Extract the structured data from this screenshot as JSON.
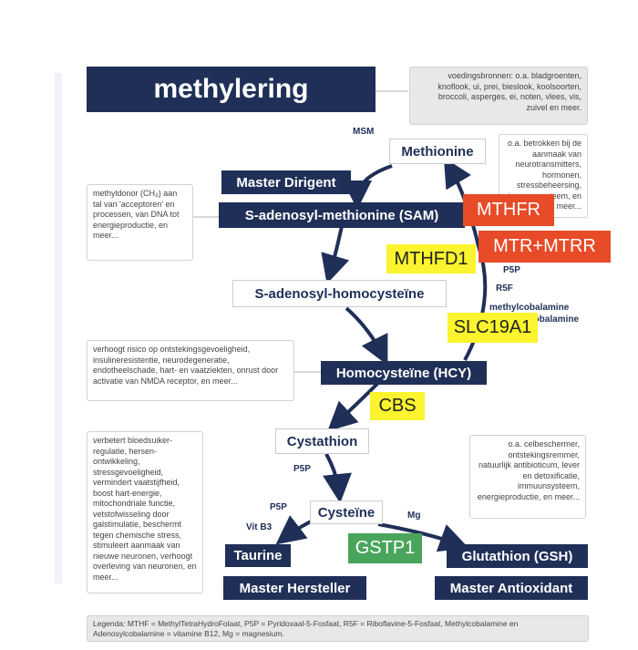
{
  "title": "methylering",
  "nodes": {
    "methionine": "Methionine",
    "master_dirigent": "Master Dirigent",
    "sam": "S-adenosyl-methionine (SAM)",
    "sah": "S-adenosyl-homocysteïne",
    "hcy": "Homocysteïne (HCY)",
    "cystathion": "Cystathion",
    "cysteine": "Cysteïne",
    "taurine": "Taurine",
    "glutathion": "Glutathion (GSH)",
    "master_hersteller": "Master Hersteller",
    "master_antioxidant": "Master Antioxidant"
  },
  "cofactors": {
    "msm": "MSM",
    "p5p_1": "P5P",
    "r5f": "R5F",
    "methylcobalamine": "methylcobalamine",
    "adenosylcobalamine": "cobalamine",
    "p5p_2": "P5P",
    "p5p_3": "P5P",
    "vit_b3": "Vit B3",
    "mg": "Mg"
  },
  "genes": {
    "mthfr": "MTHFR",
    "mtr_mtrr": "MTR+MTRR",
    "mthfd1": "MTHFD1",
    "slc19a1": "SLC19A1",
    "cbs": "CBS",
    "gstp1": "GSTP1"
  },
  "notes": {
    "food": "voedingsbronnen: o.a. bladgroenten, knoflook, ui, prei, bieslook, koolsoorten, broccoli, asperges, ei, noten, vlees, vis, zuivel en meer.",
    "methionine": "o.a. betrokken bij de aanmaak van neurotransmitters, hormonen, stressbeheersing, immuunsysteem, en meer...",
    "sam": "methyldonor (CH₃) aan tal van 'acceptoren' en processen, van DNA tot energieproductie, en meer...",
    "hcy": "verhoogt risico op ontstekingsgevoeligheid, insulineresistentie, neurodegeneratie, endotheelschade, hart- en vaatziekten, onrust door activatie van NMDA receptor, en meer...",
    "taurine": "verbetert bloedsuiker-regulatie, hersen-ontwikkeling, stressgevoeligheid, vermindert vaatstijfheid, boost hart-energie, mitochondriale functie, vetstofwisseling door galstimulatie, beschermt tegen chemische stress, stimuleert aanmaak van nieuwe neuronen, verhoogt overleving van neuronen, en meer...",
    "glutathion": "o.a. celbeschermer, ontstekingsremmer, natuurlijk antibioticum, lever en detoxificatie, immuunsysteem, energieproductie, en meer..."
  },
  "legend": "Legenda: MTHF = MethylTetraHydroFolaat, P5P = Pyridoxaal-5-Fosfaat, R5F = Riboflavine-5-Fosfaat, Methylcobalamine en Adenosylcobalamine = vitamine B12, Mg = magnesium.",
  "colors": {
    "navy": "#1f2f57",
    "gene_yellow": "#fbf42e",
    "gene_red": "#e74b28",
    "gene_green": "#4aa55c"
  }
}
